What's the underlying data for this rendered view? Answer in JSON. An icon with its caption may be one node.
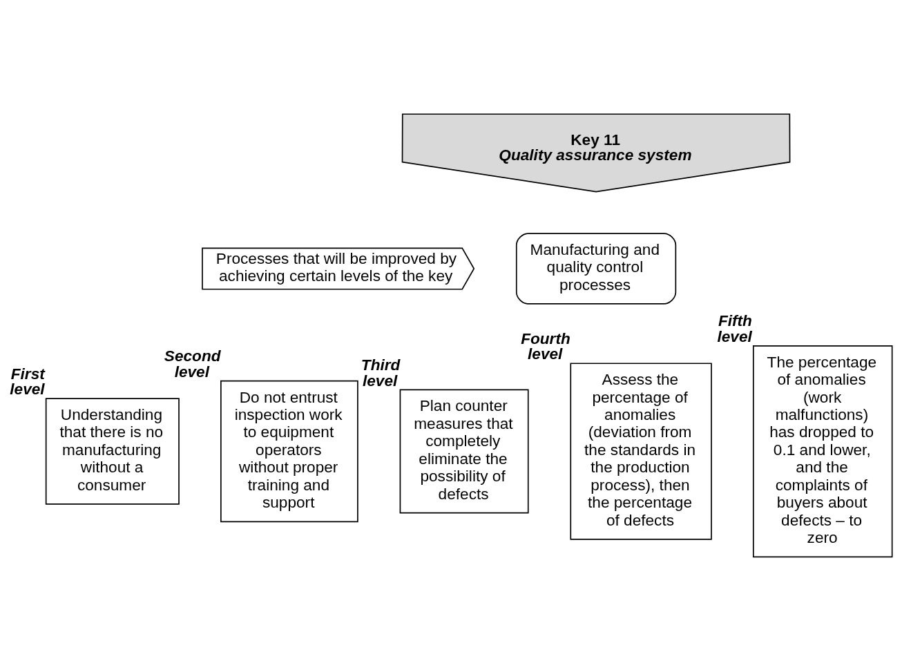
{
  "diagram": {
    "nodes": [
      {
        "text": [
          "Key 11",
          "Quality assurance system"
        ]
      },
      {
        "text": [
          "Processes that will be improved by achieving certain levels of the key"
        ]
      },
      {
        "text": [
          "Manufacturing and quality control processes"
        ]
      },
      {
        "text": [
          "Understanding that there is no manufacturing without a consumer"
        ],
        "beside": [
          "First level"
        ]
      },
      {
        "text": [
          "Do not entrust inspection work to equipment operators without proper training and support"
        ],
        "beside": [
          "Second level"
        ]
      },
      {
        "text": [
          "Plan counter measures that completely eliminate the possibility of defects"
        ],
        "beside": [
          "Third level"
        ]
      },
      {
        "text": [
          "Assess the percentage of anomalies (deviation from the standards in the production process), then the percentage of defects"
        ],
        "beside": [
          "Fourth level"
        ]
      },
      {
        "text": [
          "The percentage of anomalies (work malfunctions) has dropped to 0.1 and lower, and the complaints of buyers about defects – to zero"
        ],
        "beside": [
          "Fifth level"
        ]
      }
    ]
  }
}
